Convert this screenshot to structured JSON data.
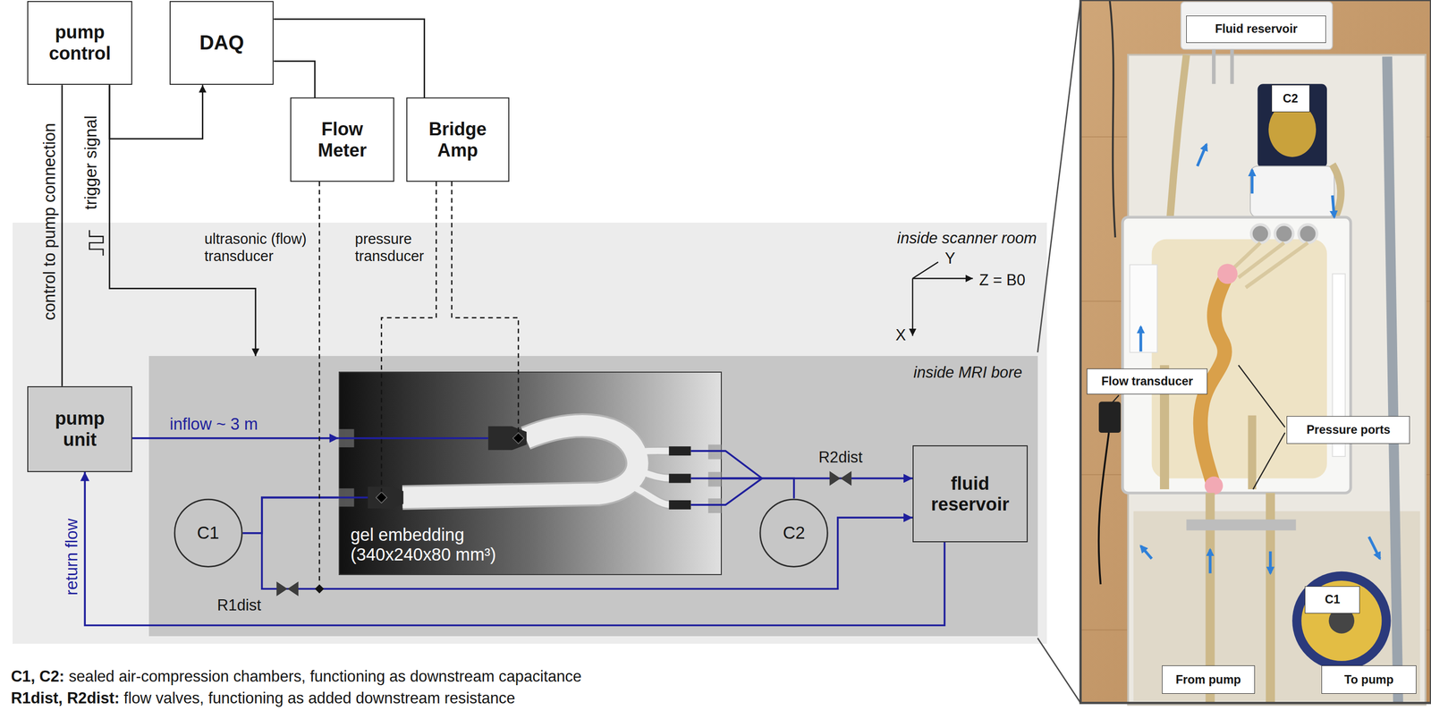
{
  "diagram": {
    "nodes": [
      {
        "text": [
          "pump control"
        ]
      },
      {
        "text": [
          "DAQ"
        ]
      },
      {
        "text": [
          "Flow Meter"
        ]
      },
      {
        "text": [
          "Bridge Amp"
        ]
      },
      {
        "text": [
          "inside scanner room"
        ]
      },
      {
        "text": [
          "pump unit"
        ],
        "in": 4
      },
      {
        "text": [
          "inside MRI bore"
        ],
        "in": 4
      },
      {
        "text": [
          "gel embedding (340x240x80 mm³)"
        ],
        "in": 6
      },
      {
        "text": [
          "C1"
        ],
        "in": 6
      },
      {
        "text": [
          "C2"
        ],
        "in": 6
      },
      {
        "text": [
          "fluid reservoir"
        ],
        "in": 6
      },
      {
        "text": [
          "Fluid reservoir"
        ]
      },
      {
        "text": [
          "C2"
        ]
      },
      {
        "text": [
          "Flow transducer"
        ]
      },
      {
        "text": [
          "Pressure ports"
        ]
      },
      {
        "text": [
          "C1"
        ]
      },
      {
        "text": [
          "From pump"
        ]
      },
      {
        "text": [
          "To pump"
        ]
      }
    ],
    "edges": [
      {
        "from": 0,
        "to": 1,
        "arrow": "to"
      },
      {
        "from": 0,
        "to": 6,
        "arrow": "to",
        "label": "trigger signal"
      },
      {
        "from": 0,
        "to": 5,
        "arrow": "none",
        "label": "control to pump connection"
      },
      {
        "from": 1,
        "to": 2,
        "arrow": "none"
      },
      {
        "from": 1,
        "to": 3,
        "arrow": "none"
      },
      {
        "from": 5,
        "to": 7,
        "arrow": "to",
        "label": "inflow ~ 3 m"
      },
      {
        "from": 7,
        "to": 8,
        "arrow": "none"
      },
      {
        "from": 7,
        "to": 10,
        "arrow": "to"
      },
      {
        "from": 7,
        "to": 9,
        "arrow": "none"
      },
      {
        "from": 7,
        "to": 10,
        "arrow": "to"
      },
      {
        "from": 10,
        "to": 5,
        "arrow": "to",
        "label": "return flow"
      }
    ],
    "labels": [
      "ultrasonic (flow) transducer",
      "pressure transducer",
      "Y",
      "Z = B0",
      "X",
      "R2dist",
      "R1dist",
      "C1, C2:",
      "sealed air-compression chambers, functioning as downstream capacitance",
      "R1dist, R2dist:",
      "flow valves, functioning as added downstream resistance"
    ]
  }
}
